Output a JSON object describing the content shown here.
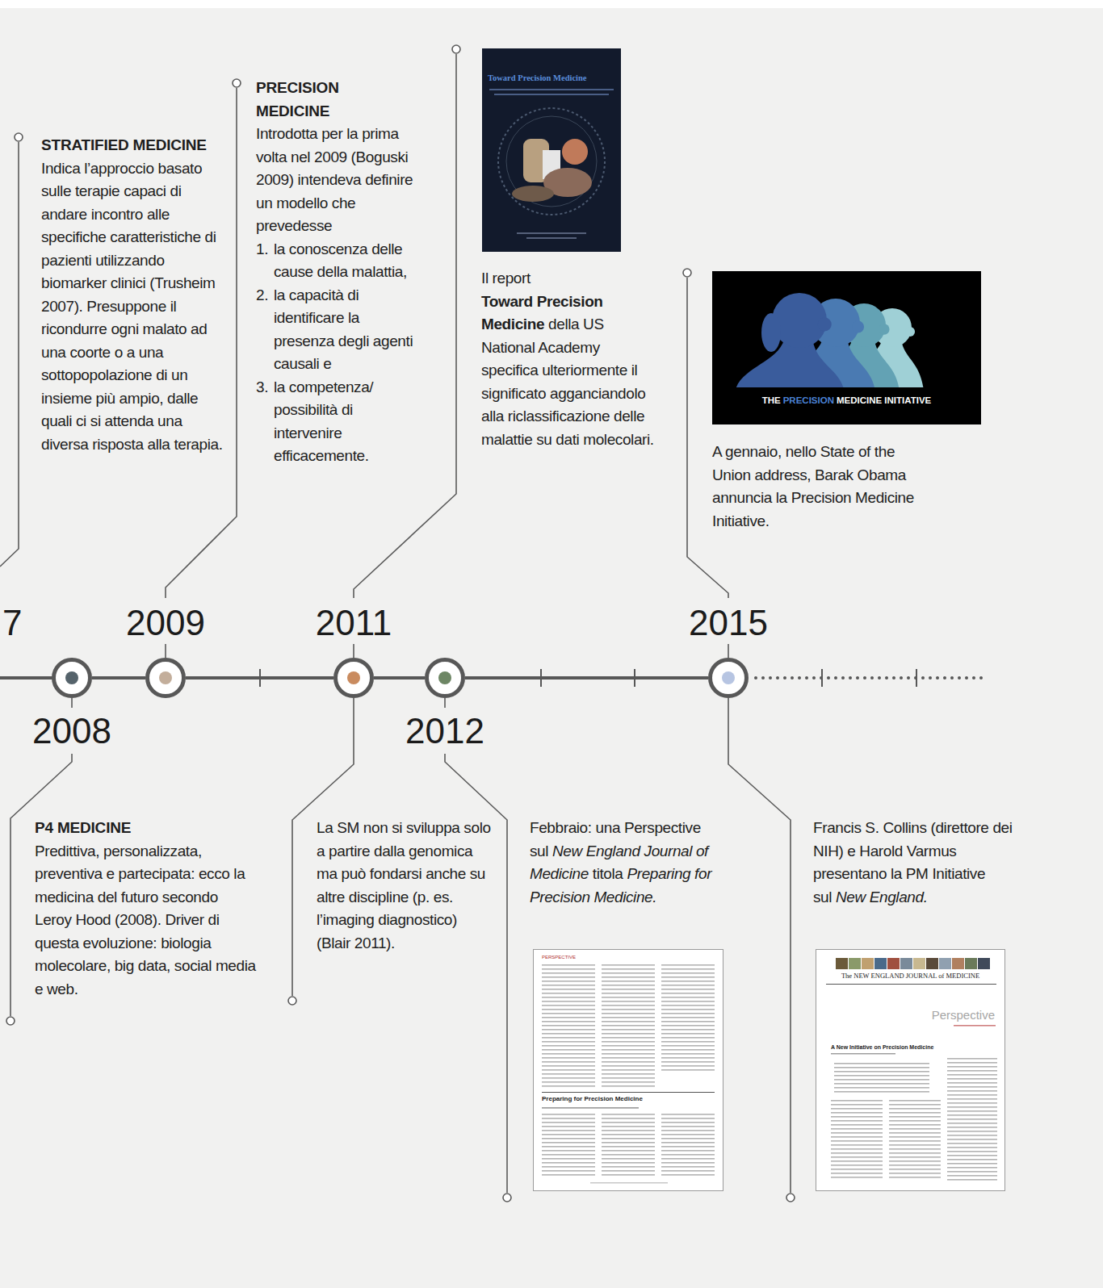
{
  "diagram": {
    "nodes": [
      {
        "text": [
          "2008"
        ]
      },
      {
        "text": [
          "2009"
        ]
      },
      {
        "text": [
          "2011"
        ]
      },
      {
        "text": [
          "2012"
        ]
      },
      {
        "text": [
          "2015"
        ]
      }
    ],
    "edges": [
      {
        "from": 0,
        "to": 1,
        "arrow": "none"
      },
      {
        "from": 1,
        "to": 2,
        "arrow": "none"
      },
      {
        "from": 2,
        "to": 3,
        "arrow": "none"
      },
      {
        "from": 3,
        "to": 4,
        "arrow": "none"
      }
    ],
    "labels": [
      "7",
      "STRATIFIED MEDICINE",
      "Indica l’approccio basato sulle terapie capaci di andare incontro alle specifiche caratteristiche di pazienti utilizzando biomarker clinici (Trusheim 2007). Presuppone il ricondurre ogni malato ad una coorte o a una sottopopolazione di un insieme più ampio, dalle quali ci si attenda una diversa risposta alla terapia.",
      "PRECISION MEDICINE",
      "Introdotta per la prima volta nel 2009 (Boguski 2009) intendeva definire un modello che prevedesse",
      "1.",
      "la conoscenza delle cause della malattia,",
      "2.",
      "la capacità di identificare la presenza degli agenti causali e",
      "3.",
      "la competenza/ possibilità di intervenire efficacemente.",
      "Toward Precision Medicine",
      "Il report",
      "Toward Precision Medicine",
      "della US National Academy specifica ulteriormente il significato agganciandolo alla riclassificazione delle malattie su dati molecolari.",
      "THE",
      "PRECISION",
      "MEDICINE INITIATIVE",
      "A gennaio, nello State of the Union address, Barak Obama annuncia la Precision Medicine Initiative.",
      "P4 MEDICINE",
      "Predittiva, personalizzata, preventiva e partecipata: ecco la medicina del futuro secondo Leroy Hood (2008). Driver di questa evoluzione: biologia molecolare, big data, social media e web.",
      "La SM non si sviluppa solo a partire dalla genomica ma può fondarsi anche su altre discipline (p. es. l’imaging diagnostico) (Blair 2011).",
      "Febbraio: una Perspective sul",
      "New England Journal of Medicine",
      "titola",
      "Preparing for Precision Medicine.",
      "PERSPECTIVE",
      "Preparing for Precision Medicine",
      "Francis S. Collins (direttore dei NIH) e Harold Varmus presentano la PM Initiative sul",
      "New England.",
      "The NEW ENGLAND JOURNAL of MEDICINE",
      "Perspective",
      "A New Initiative on Precision Medicine"
    ]
  }
}
